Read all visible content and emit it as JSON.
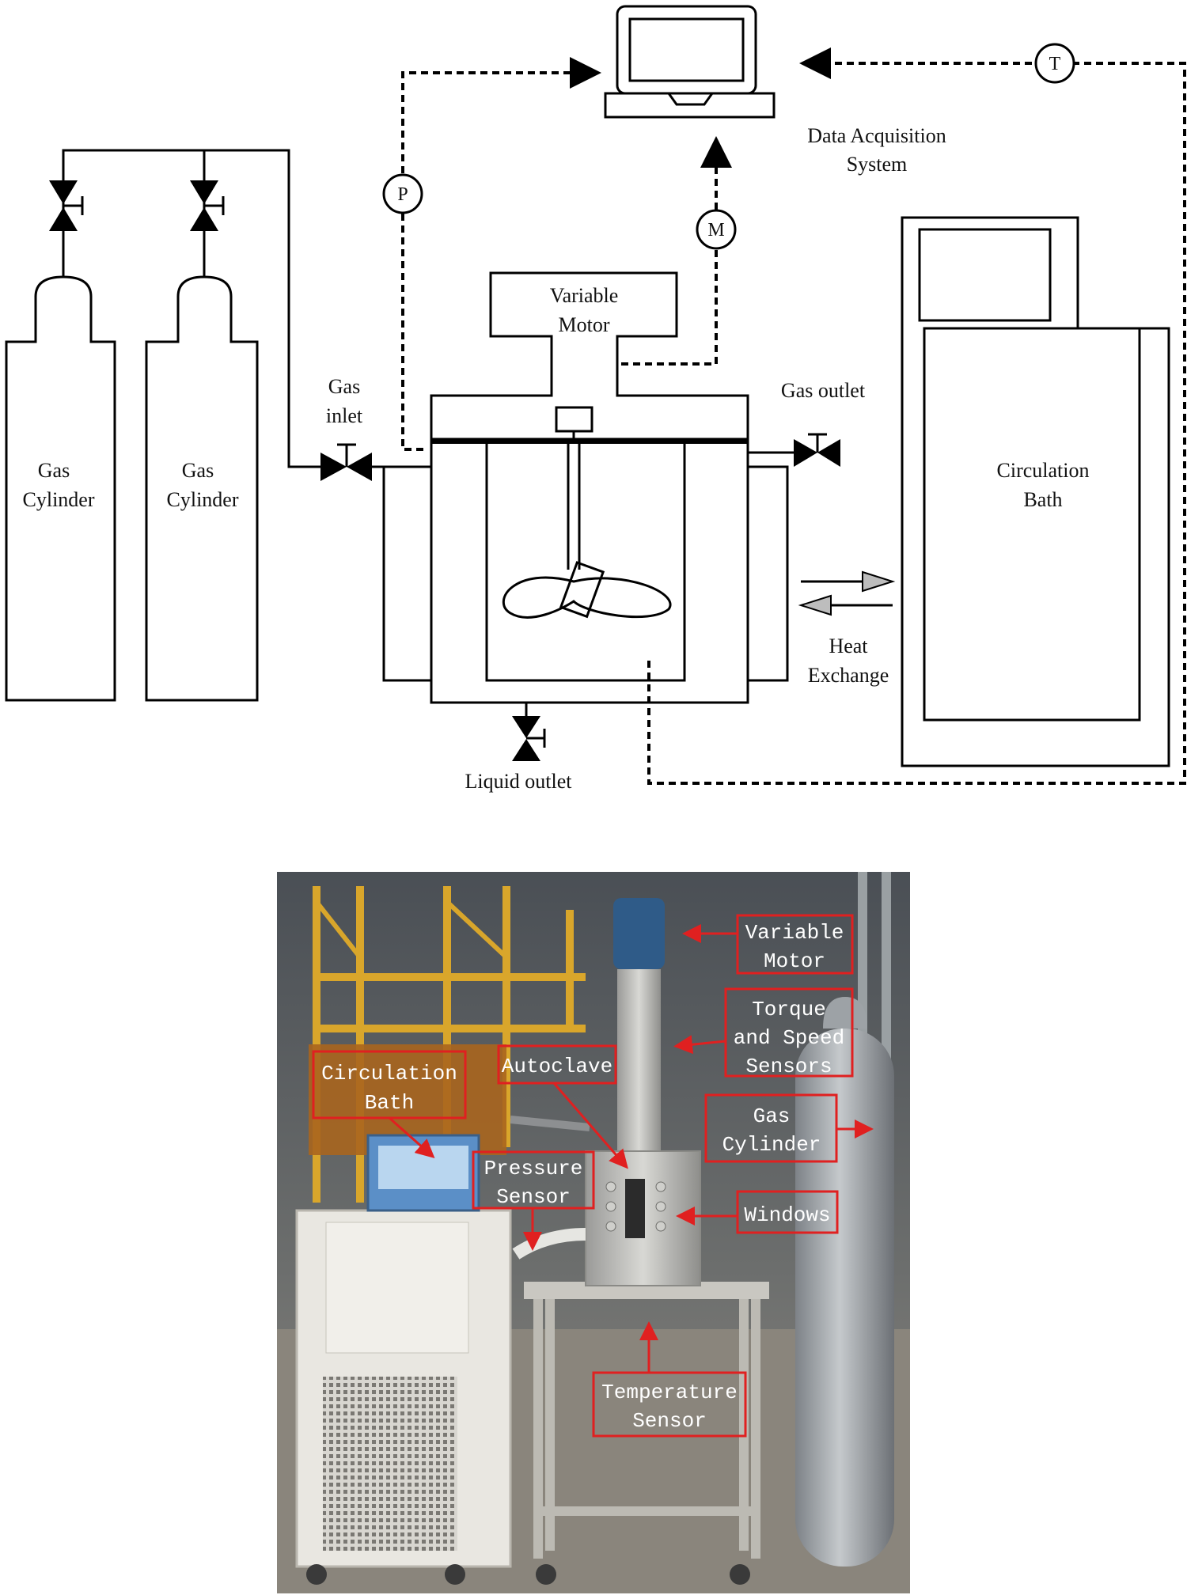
{
  "schematic": {
    "labels": {
      "data_acquisition_1": "Data Acquisition",
      "data_acquisition_2": "System",
      "variable_motor_1": "Variable",
      "variable_motor_2": "Motor",
      "gas_inlet_1": "Gas",
      "gas_inlet_2": "inlet",
      "gas_outlet": "Gas outlet",
      "gas_cylinder_1_a": "Gas",
      "gas_cylinder_1_b": "Cylinder",
      "gas_cylinder_2_a": "Gas",
      "gas_cylinder_2_b": "Cylinder",
      "circulation_bath_1": "Circulation",
      "circulation_bath_2": "Bath",
      "heat_exchange_1": "Heat",
      "heat_exchange_2": "Exchange",
      "liquid_outlet": "Liquid outlet"
    },
    "sensors": {
      "pressure": "P",
      "motor": "M",
      "temperature": "T"
    }
  },
  "photo": {
    "callouts": {
      "variable_motor_1": "Variable",
      "variable_motor_2": "Motor",
      "torque_1": "Torque",
      "torque_2": "and Speed",
      "torque_3": "Sensors",
      "circulation_bath_1": "Circulation",
      "circulation_bath_2": "Bath",
      "autoclave": "Autoclave",
      "gas_cylinder_1": "Gas",
      "gas_cylinder_2": "Cylinder",
      "pressure_sensor_1": "Pressure",
      "pressure_sensor_2": "Sensor",
      "windows": "Windows",
      "temperature_sensor_1": "Temperature",
      "temperature_sensor_2": "Sensor"
    },
    "callout_color": "#e02020",
    "bath_screen_color": "#5b8fc7"
  }
}
